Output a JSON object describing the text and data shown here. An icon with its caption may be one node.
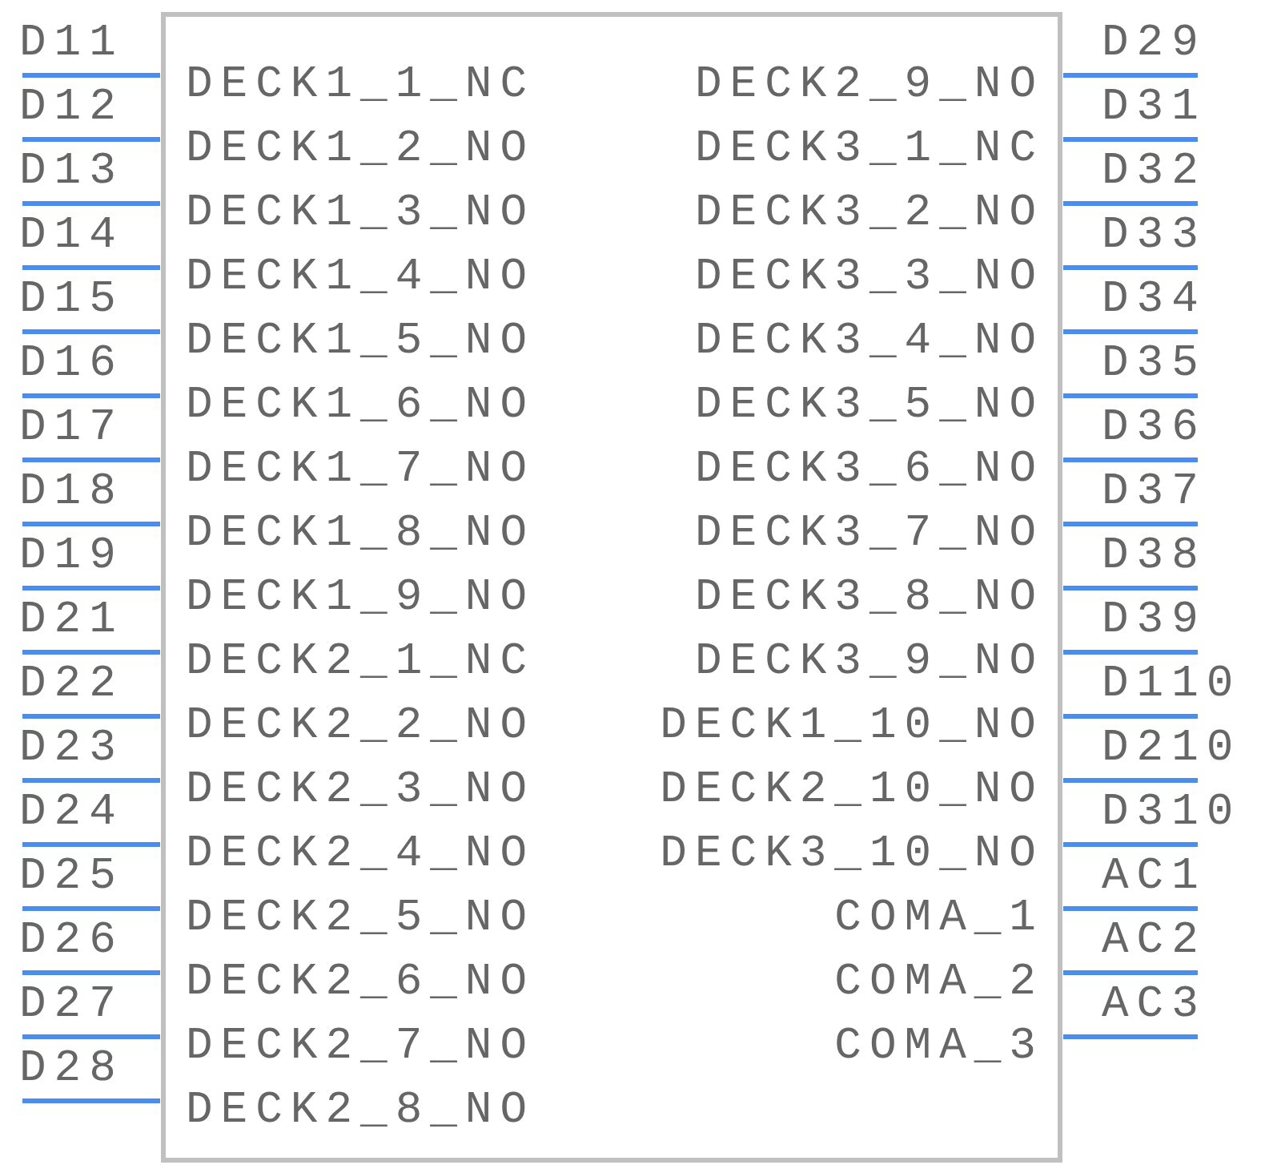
{
  "diagram": {
    "nodes": [
      {
        "text": [],
        "shape": "box"
      }
    ],
    "labels": [
      "D11",
      "D12",
      "D13",
      "D14",
      "D15",
      "D16",
      "D17",
      "D18",
      "D19",
      "D21",
      "D22",
      "D23",
      "D24",
      "D25",
      "D26",
      "D27",
      "D28",
      "DECK1_1_NC",
      "DECK1_2_NO",
      "DECK1_3_NO",
      "DECK1_4_NO",
      "DECK1_5_NO",
      "DECK1_6_NO",
      "DECK1_7_NO",
      "DECK1_8_NO",
      "DECK1_9_NO",
      "DECK2_1_NC",
      "DECK2_2_NO",
      "DECK2_3_NO",
      "DECK2_4_NO",
      "DECK2_5_NO",
      "DECK2_6_NO",
      "DECK2_7_NO",
      "DECK2_8_NO",
      "DECK2_9_NO",
      "DECK3_1_NC",
      "DECK3_2_NO",
      "DECK3_3_NO",
      "DECK3_4_NO",
      "DECK3_5_NO",
      "DECK3_6_NO",
      "DECK3_7_NO",
      "DECK3_8_NO",
      "DECK3_9_NO",
      "DECK1_10_NO",
      "DECK2_10_NO",
      "DECK3_10_NO",
      "COMA_1",
      "COMA_2",
      "COMA_3",
      "D29",
      "D31",
      "D32",
      "D33",
      "D34",
      "D35",
      "D36",
      "D37",
      "D38",
      "D39",
      "D110",
      "D210",
      "D310",
      "AC1",
      "AC2",
      "AC3"
    ]
  }
}
